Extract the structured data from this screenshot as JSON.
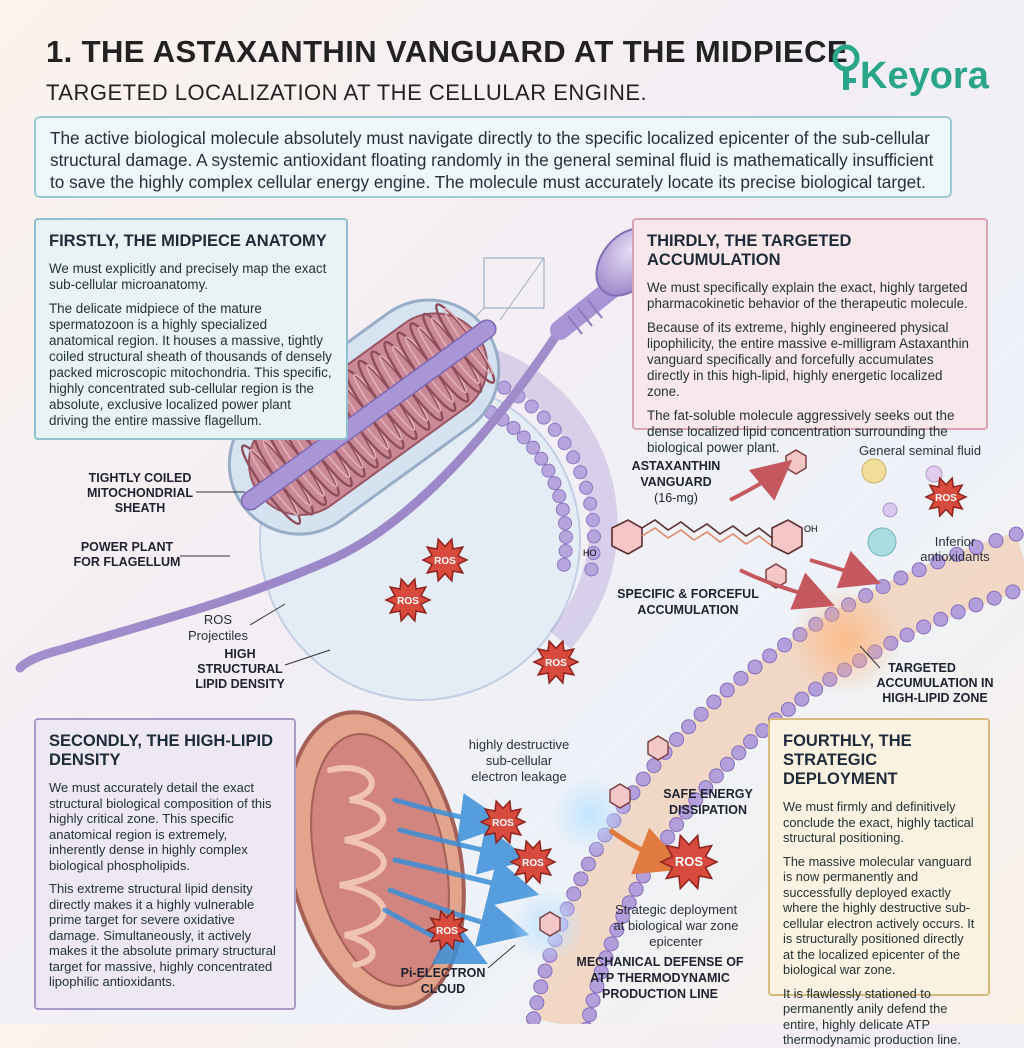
{
  "header": {
    "title": "1. THE ASTAXANTHIN VANGUARD AT THE MIDPIECE",
    "subtitle": "TARGETED LOCALIZATION AT THE CELLULAR ENGINE.",
    "logo_text": "Keyora"
  },
  "intro": "The active biological molecule absolutely must navigate directly to the specific localized epicenter of the sub-cellular structural damage. A systemic antioxidant floating randomly in the general seminal fluid is mathematically insufficient to save the highly complex cellular energy engine. The molecule must accurately locate its precise biological target.",
  "panels": {
    "first": {
      "title": "FIRSTLY, THE MIDPIECE ANATOMY",
      "p1": "We must explicitly and precisely map the exact sub-cellular microanatomy.",
      "p2": "The delicate midpiece of the mature spermatozoon is a highly specialized anatomical region. It houses a massive, tightly coiled structural sheath of thousands of densely packed microscopic mitochondria. This specific, highly concentrated sub-cellular region is the absolute, exclusive localized power plant driving the entire massive flagellum."
    },
    "second": {
      "title": "SECONDLY, THE HIGH-LIPID DENSITY",
      "p1": "We must accurately detail the exact structural biological composition of this highly critical zone. This specific anatomical region is extremely, inherently dense in highly complex biological phospholipids.",
      "p2": "This extreme structural lipid density directly makes it a highly vulnerable prime target for severe oxidative damage. Simultaneously, it actively makes it the absolute primary structural target for massive, highly concentrated lipophilic antioxidants."
    },
    "third": {
      "title": "THIRDLY, THE TARGETED ACCUMULATION",
      "p1": "We must specifically explain the exact, highly targeted pharmacokinetic behavior of the therapeutic molecule.",
      "p2": "Because of its extreme, highly engineered physical lipophilicity, the entire massive e-milligram Astaxanthin vanguard specifically and forcefully accumulates directly in this high-lipid, highly energetic localized zone.",
      "p3": "The fat-soluble molecule aggressively seeks out the dense localized lipid concentration surrounding the biological power plant."
    },
    "fourth": {
      "title": "FOURTHLY, THE STRATEGIC DEPLOYMENT",
      "p1": "We must firmly and definitively conclude the exact, highly tactical structural positioning.",
      "p2": "The massive molecular vanguard is now permanently and successfully deployed exactly where the highly destructive sub-cellular electron actively occurs. It is structurally positioned directly at the localized epicenter of the biological war zone.",
      "p3": "It is flawlessly stationed to permanently anily defend the entire, highly delicate ATP thermodynamic production line."
    }
  },
  "labels": {
    "sheath_1": "TIGHTLY COILED",
    "sheath_2": "MITOCHONDRIAL",
    "sheath_3": "SHEATH",
    "power_1": "POWER PLANT",
    "power_2": "FOR FLAGELLUM",
    "ros_proj_1": "ROS",
    "ros_proj_2": "Projectiles",
    "lipid_1": "HIGH",
    "lipid_2": "STRUCTURAL",
    "lipid_3": "LIPID DENSITY",
    "vanguard_1": "ASTAXANTHIN",
    "vanguard_2": "VANGUARD",
    "vanguard_3": "(16-mg)",
    "fluid": "General seminal fluid",
    "inferior_1": "Inferior",
    "inferior_2": "antioxidants",
    "accum_1": "SPECIFIC & FORCEFUL",
    "accum_2": "ACCUMULATION",
    "target_1": "TARGETED",
    "target_2": "ACCUMULATION IN",
    "target_3": "HIGH-LIPID ZONE",
    "leak_1": "highly destructive",
    "leak_2": "sub-cellular",
    "leak_3": "electron leakage",
    "safe_1": "SAFE ENERGY",
    "safe_2": "DISSIPATION",
    "strat_1": "Strategic deployment",
    "strat_2": "at biological war zone",
    "strat_3": "epicenter",
    "mech_1": "MECHANICAL DEFENSE OF",
    "mech_2": "ATP THERMODYNAMIC",
    "mech_3": "PRODUCTION LINE",
    "pi_1": "Pi-ELECTRON",
    "pi_2": "CLOUD",
    "ros": "ROS",
    "oh": "OH",
    "ho": "HO"
  },
  "colors": {
    "membrane": "#9b86c9",
    "mito": "#c77a88",
    "ros": "#d84a3e",
    "arrow": "#c5585e",
    "beam": "#3b8fd9"
  }
}
